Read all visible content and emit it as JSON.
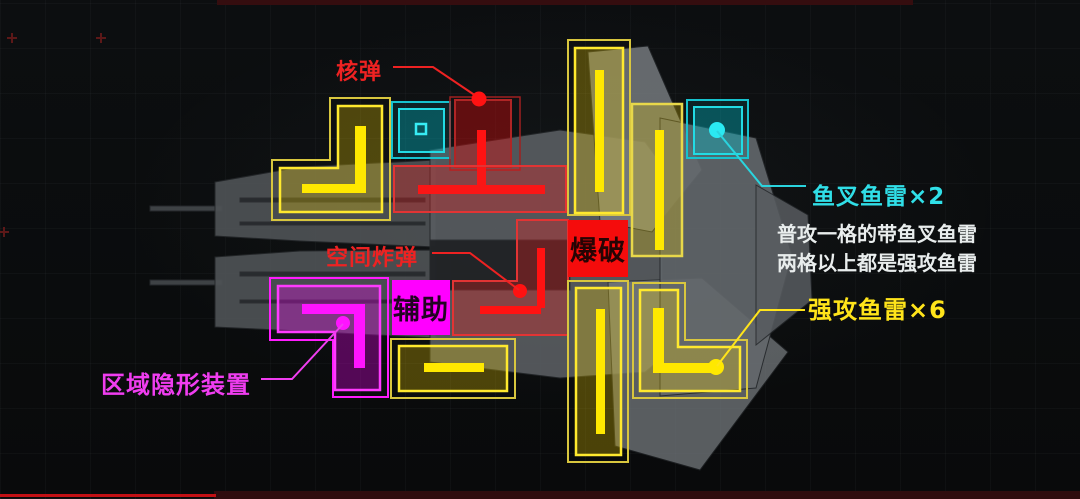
{
  "callouts": {
    "nuclear_bomb": {
      "label": "核弹",
      "color": "#ee2222"
    },
    "space_bomb": {
      "label": "空间炸弹",
      "color": "#ee2222"
    },
    "harpoon_torpedo": {
      "label": "鱼叉鱼雷×2",
      "color": "#30dfe8"
    },
    "strong_attack_torpedo": {
      "label": "强攻鱼雷×6",
      "color": "#ffe41a"
    },
    "area_stealth_device": {
      "label": "区域隐形装置",
      "color": "#f03df0"
    }
  },
  "cells": {
    "auxiliary": {
      "label": "辅助",
      "bg": "#ff00ff"
    },
    "blast": {
      "label": "爆破",
      "bg": "#f50c0c"
    }
  },
  "note": {
    "line1": "普攻一格的带鱼叉鱼雷",
    "line2": "两格以上都是强攻鱼雷"
  },
  "slot_colors": {
    "torpedo_yellow": "#ffe800",
    "harpoon_cyan": "#22dbe4",
    "bomb_red": "#ff1212",
    "stealth_magenta": "#ff14ff"
  }
}
